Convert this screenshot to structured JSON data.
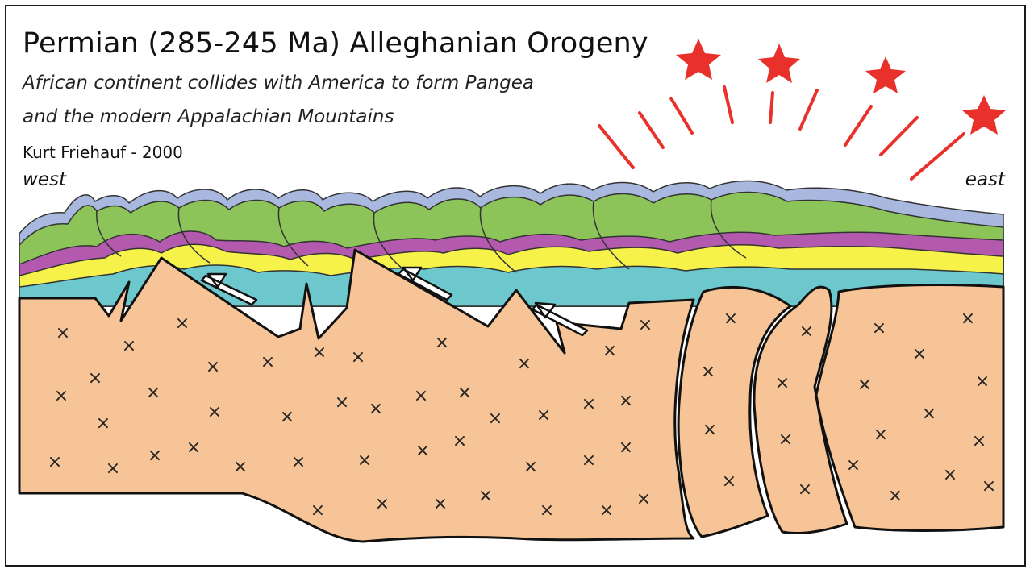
{
  "title": "Permian (285-245 Ma) Alleghanian Orogeny",
  "subtitle_line1": "African continent collides with America to form Pangea",
  "subtitle_line2": "and the modern Appalachian Mountains",
  "author": "Kurt Friehauf - 2000",
  "west_label": "west",
  "east_label": "east",
  "colors": {
    "basement": "#F6C496",
    "teal": "#6CC8CC",
    "yellow": "#F6F24A",
    "magenta": "#B45AAE",
    "green": "#8CC45A",
    "lavender": "#A9B8DF",
    "star": "#E8312A",
    "outline": "#111111"
  }
}
